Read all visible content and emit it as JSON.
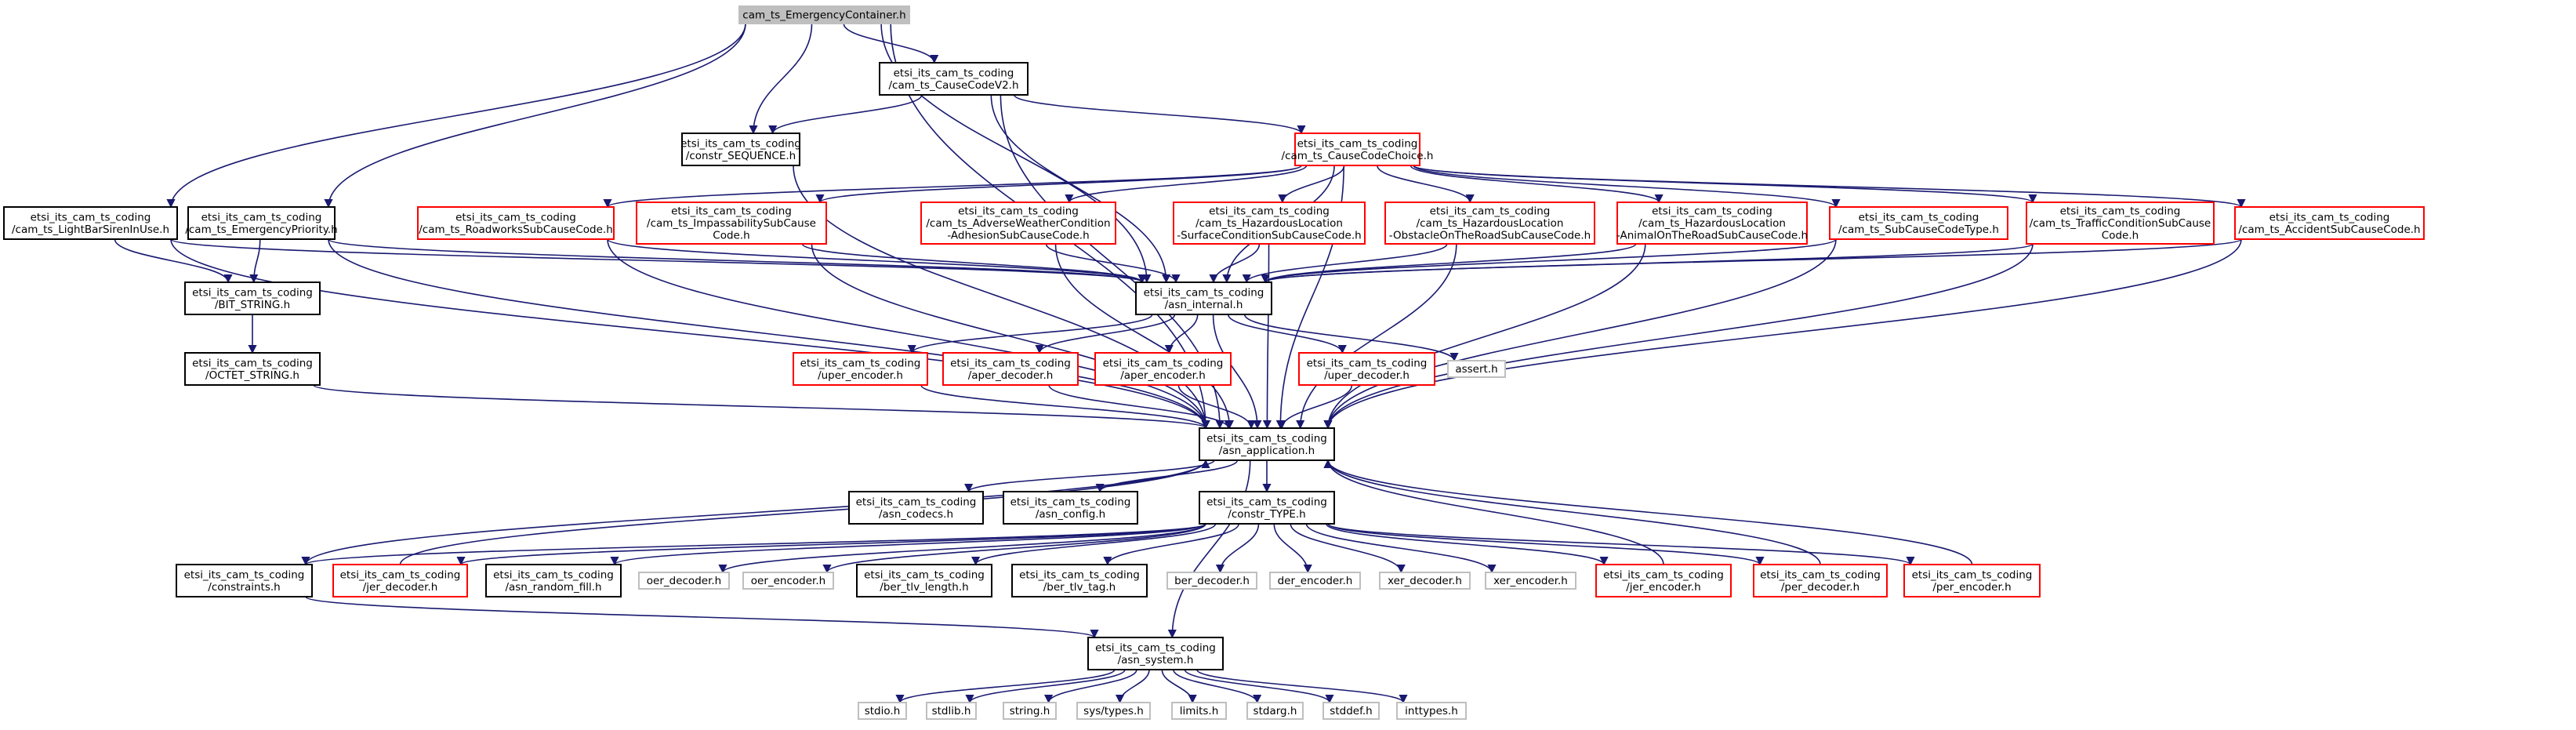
{
  "colors": {
    "background": "#ffffff",
    "edge": "#191970",
    "text": "#000000",
    "border_normal": "#000000",
    "border_truncated": "#ff0000",
    "border_system": "#bfbfbf",
    "root_fill": "#bfbfbf"
  },
  "nodes": [
    {
      "id": "root",
      "lines": [
        "cam_ts_EmergencyContainer.h"
      ],
      "style": "root"
    },
    {
      "id": "causecodev2",
      "lines": [
        "etsi_its_cam_ts_coding",
        "/cam_ts_CauseCodeV2.h"
      ],
      "style": "normal"
    },
    {
      "id": "constr_sequence",
      "lines": [
        "etsi_its_cam_ts_coding",
        "/constr_SEQUENCE.h"
      ],
      "style": "normal"
    },
    {
      "id": "causecodechoice",
      "lines": [
        "etsi_its_cam_ts_coding",
        "/cam_ts_CauseCodeChoice.h"
      ],
      "style": "truncated"
    },
    {
      "id": "lightbar",
      "lines": [
        "etsi_its_cam_ts_coding",
        "/cam_ts_LightBarSirenInUse.h"
      ],
      "style": "normal"
    },
    {
      "id": "emergencypriority",
      "lines": [
        "etsi_its_cam_ts_coding",
        "/cam_ts_EmergencyPriority.h"
      ],
      "style": "normal"
    },
    {
      "id": "roadworks",
      "lines": [
        "etsi_its_cam_ts_coding",
        "/cam_ts_RoadworksSubCauseCode.h"
      ],
      "style": "truncated"
    },
    {
      "id": "impassability",
      "lines": [
        "etsi_its_cam_ts_coding",
        "/cam_ts_ImpassabilitySubCause",
        "Code.h"
      ],
      "style": "truncated"
    },
    {
      "id": "adverse",
      "lines": [
        "etsi_its_cam_ts_coding",
        "/cam_ts_AdverseWeatherCondition",
        "-AdhesionSubCauseCode.h"
      ],
      "style": "truncated"
    },
    {
      "id": "hazsurface",
      "lines": [
        "etsi_its_cam_ts_coding",
        "/cam_ts_HazardousLocation",
        "-SurfaceConditionSubCauseCode.h"
      ],
      "style": "truncated"
    },
    {
      "id": "hazobstacle",
      "lines": [
        "etsi_its_cam_ts_coding",
        "/cam_ts_HazardousLocation",
        "-ObstacleOnTheRoadSubCauseCode.h"
      ],
      "style": "truncated"
    },
    {
      "id": "hazanimal",
      "lines": [
        "etsi_its_cam_ts_coding",
        "/cam_ts_HazardousLocation",
        "-AnimalOnTheRoadSubCauseCode.h"
      ],
      "style": "truncated"
    },
    {
      "id": "subcausecodetype",
      "lines": [
        "etsi_its_cam_ts_coding",
        "/cam_ts_SubCauseCodeType.h"
      ],
      "style": "truncated"
    },
    {
      "id": "traffic",
      "lines": [
        "etsi_its_cam_ts_coding",
        "/cam_ts_TrafficConditionSubCause",
        "Code.h"
      ],
      "style": "truncated"
    },
    {
      "id": "accident",
      "lines": [
        "etsi_its_cam_ts_coding",
        "/cam_ts_AccidentSubCauseCode.h"
      ],
      "style": "truncated"
    },
    {
      "id": "bit_string",
      "lines": [
        "etsi_its_cam_ts_coding",
        "/BIT_STRING.h"
      ],
      "style": "normal"
    },
    {
      "id": "asn_internal",
      "lines": [
        "etsi_its_cam_ts_coding",
        "/asn_internal.h"
      ],
      "style": "normal"
    },
    {
      "id": "octet_string",
      "lines": [
        "etsi_its_cam_ts_coding",
        "/OCTET_STRING.h"
      ],
      "style": "normal"
    },
    {
      "id": "uper_encoder",
      "lines": [
        "etsi_its_cam_ts_coding",
        "/uper_encoder.h"
      ],
      "style": "truncated"
    },
    {
      "id": "aper_decoder",
      "lines": [
        "etsi_its_cam_ts_coding",
        "/aper_decoder.h"
      ],
      "style": "truncated"
    },
    {
      "id": "aper_encoder",
      "lines": [
        "etsi_its_cam_ts_coding",
        "/aper_encoder.h"
      ],
      "style": "truncated"
    },
    {
      "id": "uper_decoder",
      "lines": [
        "etsi_its_cam_ts_coding",
        "/uper_decoder.h"
      ],
      "style": "truncated"
    },
    {
      "id": "assert",
      "lines": [
        "assert.h"
      ],
      "style": "system"
    },
    {
      "id": "asn_application",
      "lines": [
        "etsi_its_cam_ts_coding",
        "/asn_application.h"
      ],
      "style": "normal"
    },
    {
      "id": "asn_codecs",
      "lines": [
        "etsi_its_cam_ts_coding",
        "/asn_codecs.h"
      ],
      "style": "normal"
    },
    {
      "id": "asn_config",
      "lines": [
        "etsi_its_cam_ts_coding",
        "/asn_config.h"
      ],
      "style": "normal"
    },
    {
      "id": "constr_type",
      "lines": [
        "etsi_its_cam_ts_coding",
        "/constr_TYPE.h"
      ],
      "style": "normal"
    },
    {
      "id": "constraints",
      "lines": [
        "etsi_its_cam_ts_coding",
        "/constraints.h"
      ],
      "style": "normal"
    },
    {
      "id": "jer_decoder",
      "lines": [
        "etsi_its_cam_ts_coding",
        "/jer_decoder.h"
      ],
      "style": "truncated"
    },
    {
      "id": "asn_random_fill",
      "lines": [
        "etsi_its_cam_ts_coding",
        "/asn_random_fill.h"
      ],
      "style": "normal"
    },
    {
      "id": "oer_decoder",
      "lines": [
        "oer_decoder.h"
      ],
      "style": "system"
    },
    {
      "id": "oer_encoder",
      "lines": [
        "oer_encoder.h"
      ],
      "style": "system"
    },
    {
      "id": "ber_tlv_length",
      "lines": [
        "etsi_its_cam_ts_coding",
        "/ber_tlv_length.h"
      ],
      "style": "normal"
    },
    {
      "id": "ber_tlv_tag",
      "lines": [
        "etsi_its_cam_ts_coding",
        "/ber_tlv_tag.h"
      ],
      "style": "normal"
    },
    {
      "id": "ber_decoder",
      "lines": [
        "ber_decoder.h"
      ],
      "style": "system"
    },
    {
      "id": "der_encoder",
      "lines": [
        "der_encoder.h"
      ],
      "style": "system"
    },
    {
      "id": "xer_decoder",
      "lines": [
        "xer_decoder.h"
      ],
      "style": "system"
    },
    {
      "id": "xer_encoder",
      "lines": [
        "xer_encoder.h"
      ],
      "style": "system"
    },
    {
      "id": "jer_encoder",
      "lines": [
        "etsi_its_cam_ts_coding",
        "/jer_encoder.h"
      ],
      "style": "truncated"
    },
    {
      "id": "per_decoder",
      "lines": [
        "etsi_its_cam_ts_coding",
        "/per_decoder.h"
      ],
      "style": "truncated"
    },
    {
      "id": "per_encoder",
      "lines": [
        "etsi_its_cam_ts_coding",
        "/per_encoder.h"
      ],
      "style": "truncated"
    },
    {
      "id": "asn_system",
      "lines": [
        "etsi_its_cam_ts_coding",
        "/asn_system.h"
      ],
      "style": "normal"
    },
    {
      "id": "stdio",
      "lines": [
        "stdio.h"
      ],
      "style": "system"
    },
    {
      "id": "stdlib",
      "lines": [
        "stdlib.h"
      ],
      "style": "system"
    },
    {
      "id": "string",
      "lines": [
        "string.h"
      ],
      "style": "system"
    },
    {
      "id": "systypes",
      "lines": [
        "sys/types.h"
      ],
      "style": "system"
    },
    {
      "id": "limits",
      "lines": [
        "limits.h"
      ],
      "style": "system"
    },
    {
      "id": "stdarg",
      "lines": [
        "stdarg.h"
      ],
      "style": "system"
    },
    {
      "id": "stddef",
      "lines": [
        "stddef.h"
      ],
      "style": "system"
    },
    {
      "id": "inttypes",
      "lines": [
        "inttypes.h"
      ],
      "style": "system"
    }
  ],
  "edges": [
    [
      "root",
      "causecodev2"
    ],
    [
      "root",
      "constr_sequence"
    ],
    [
      "root",
      "lightbar"
    ],
    [
      "root",
      "emergencypriority"
    ],
    [
      "root",
      "asn_internal"
    ],
    [
      "root",
      "asn_application"
    ],
    [
      "causecodev2",
      "constr_sequence"
    ],
    [
      "causecodev2",
      "causecodechoice"
    ],
    [
      "causecodev2",
      "asn_internal"
    ],
    [
      "causecodev2",
      "asn_application"
    ],
    [
      "constr_sequence",
      "asn_application"
    ],
    [
      "causecodechoice",
      "roadworks"
    ],
    [
      "causecodechoice",
      "impassability"
    ],
    [
      "causecodechoice",
      "adverse"
    ],
    [
      "causecodechoice",
      "hazsurface"
    ],
    [
      "causecodechoice",
      "hazobstacle"
    ],
    [
      "causecodechoice",
      "hazanimal"
    ],
    [
      "causecodechoice",
      "subcausecodetype"
    ],
    [
      "causecodechoice",
      "traffic"
    ],
    [
      "causecodechoice",
      "accident"
    ],
    [
      "causecodechoice",
      "asn_internal"
    ],
    [
      "causecodechoice",
      "asn_application"
    ],
    [
      "lightbar",
      "bit_string"
    ],
    [
      "lightbar",
      "asn_internal"
    ],
    [
      "lightbar",
      "asn_application"
    ],
    [
      "emergencypriority",
      "bit_string"
    ],
    [
      "emergencypriority",
      "asn_internal"
    ],
    [
      "emergencypriority",
      "asn_application"
    ],
    [
      "roadworks",
      "asn_internal"
    ],
    [
      "roadworks",
      "asn_application"
    ],
    [
      "impassability",
      "asn_internal"
    ],
    [
      "impassability",
      "asn_application"
    ],
    [
      "adverse",
      "asn_internal"
    ],
    [
      "adverse",
      "asn_application"
    ],
    [
      "hazsurface",
      "asn_internal"
    ],
    [
      "hazsurface",
      "asn_application"
    ],
    [
      "hazobstacle",
      "asn_internal"
    ],
    [
      "hazobstacle",
      "asn_application"
    ],
    [
      "hazanimal",
      "asn_internal"
    ],
    [
      "hazanimal",
      "asn_application"
    ],
    [
      "subcausecodetype",
      "asn_internal"
    ],
    [
      "subcausecodetype",
      "asn_application"
    ],
    [
      "traffic",
      "asn_internal"
    ],
    [
      "traffic",
      "asn_application"
    ],
    [
      "accident",
      "asn_internal"
    ],
    [
      "accident",
      "asn_application"
    ],
    [
      "bit_string",
      "octet_string"
    ],
    [
      "octet_string",
      "asn_application"
    ],
    [
      "asn_internal",
      "uper_encoder"
    ],
    [
      "asn_internal",
      "aper_decoder"
    ],
    [
      "asn_internal",
      "aper_encoder"
    ],
    [
      "asn_internal",
      "uper_decoder"
    ],
    [
      "asn_internal",
      "assert"
    ],
    [
      "asn_internal",
      "asn_application"
    ],
    [
      "uper_encoder",
      "asn_application"
    ],
    [
      "aper_decoder",
      "asn_application"
    ],
    [
      "aper_encoder",
      "asn_application"
    ],
    [
      "uper_decoder",
      "asn_application"
    ],
    [
      "asn_application",
      "asn_codecs"
    ],
    [
      "asn_application",
      "asn_config"
    ],
    [
      "asn_application",
      "constr_type"
    ],
    [
      "asn_application",
      "asn_system"
    ],
    [
      "asn_application",
      "constraints"
    ],
    [
      "constr_type",
      "constraints"
    ],
    [
      "constr_type",
      "jer_decoder"
    ],
    [
      "constr_type",
      "asn_random_fill"
    ],
    [
      "constr_type",
      "oer_decoder"
    ],
    [
      "constr_type",
      "oer_encoder"
    ],
    [
      "constr_type",
      "ber_tlv_length"
    ],
    [
      "constr_type",
      "ber_tlv_tag"
    ],
    [
      "constr_type",
      "ber_decoder"
    ],
    [
      "constr_type",
      "der_encoder"
    ],
    [
      "constr_type",
      "xer_decoder"
    ],
    [
      "constr_type",
      "xer_encoder"
    ],
    [
      "constr_type",
      "jer_encoder"
    ],
    [
      "constr_type",
      "per_decoder"
    ],
    [
      "constr_type",
      "per_encoder"
    ],
    [
      "jer_decoder",
      "asn_application"
    ],
    [
      "jer_encoder",
      "asn_application"
    ],
    [
      "per_decoder",
      "asn_application"
    ],
    [
      "per_encoder",
      "asn_application"
    ],
    [
      "constraints",
      "asn_system"
    ],
    [
      "asn_system",
      "stdio"
    ],
    [
      "asn_system",
      "stdlib"
    ],
    [
      "asn_system",
      "string"
    ],
    [
      "asn_system",
      "systypes"
    ],
    [
      "asn_system",
      "limits"
    ],
    [
      "asn_system",
      "stdarg"
    ],
    [
      "asn_system",
      "stddef"
    ],
    [
      "asn_system",
      "inttypes"
    ]
  ]
}
